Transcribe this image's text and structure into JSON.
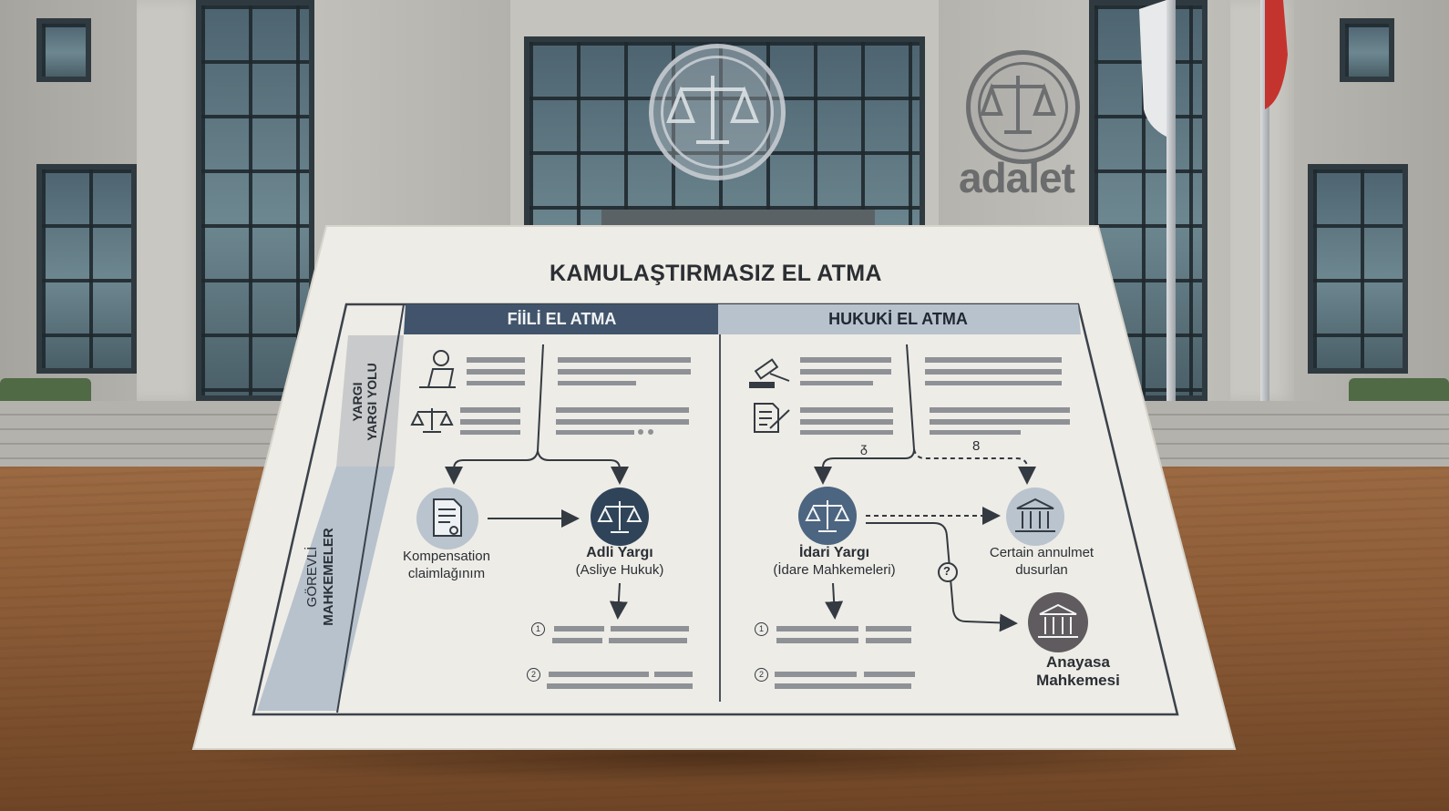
{
  "background": {
    "sign_text": "adalet"
  },
  "diagram": {
    "title": "KAMULAŞTIRMASIZ EL ATMA",
    "columns": {
      "left": "FİİLİ EL ATMA",
      "right": "HUKUKİ EL ATMA"
    },
    "row_labels": {
      "top": [
        "YARGI",
        "YARGI YOLU"
      ],
      "bottom": [
        "GÖREVLİ",
        "MAHKEMELER"
      ]
    },
    "left_nodes": {
      "claim": [
        "Kompensation",
        "claimlağınım"
      ],
      "court_title": "Adli Yargı",
      "court_sub": "(Asliye Hukuk)"
    },
    "right_nodes": {
      "court_title": "İdari Yargı",
      "court_sub": "(İdare Mahkemeleri)",
      "annulment": [
        "Certain annulmet",
        "dusurlan"
      ],
      "constitutional": [
        "Anayasa",
        "Mahkemesi"
      ],
      "arrow_label_a": "ᵹ",
      "arrow_label_b": "8",
      "question_mark": "?"
    },
    "list_numbers": [
      "1",
      "2"
    ],
    "colors": {
      "header_dark": "#41546b",
      "header_light": "#b8c2cd",
      "sidebar_top": "#c9cacb",
      "sidebar_bottom": "#b7c2cd",
      "line": "#333a42",
      "paper": "#eeece6"
    }
  }
}
